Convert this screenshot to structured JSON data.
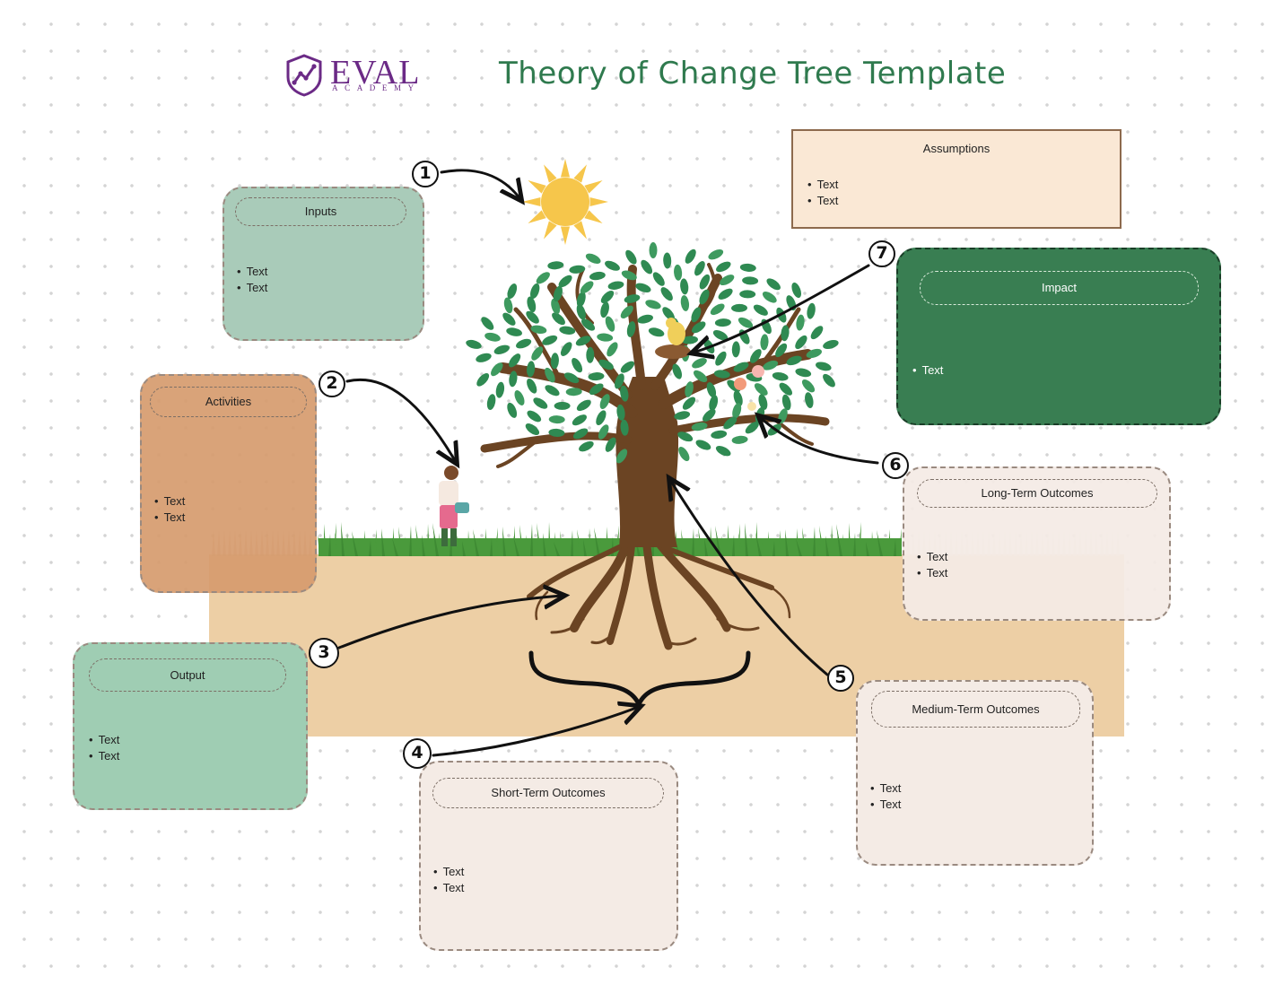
{
  "logo": {
    "word": "EVAL",
    "sub": "ACADEMY",
    "color": "#6b2a86"
  },
  "title": "Theory of Change Tree Template",
  "colors": {
    "title": "#2f7a4e",
    "inputs_fill": "#a9cbb9",
    "activities_fill": "#d69b6e",
    "output_fill": "#9fcdb3",
    "impact_fill": "#397e52",
    "outcome_fill": "#f4ebe5",
    "assumptions_fill": "#fae8d5",
    "soil": "#edcfa5",
    "grass": "#4a9a3c",
    "trunk": "#6b4423",
    "leaf": "#2f8a52",
    "sun": "#f6c64b"
  },
  "boxes": {
    "inputs": {
      "label": "Inputs",
      "items": [
        "Text",
        "Text"
      ],
      "number": "1"
    },
    "activities": {
      "label": "Activities",
      "items": [
        "Text",
        "Text"
      ],
      "number": "2"
    },
    "output": {
      "label": "Output",
      "items": [
        "Text",
        "Text"
      ],
      "number": "3"
    },
    "short_term": {
      "label": "Short-Term Outcomes",
      "items": [
        "Text",
        "Text"
      ],
      "number": "4"
    },
    "medium_term": {
      "label": "Medium-Term Outcomes",
      "items": [
        "Text",
        "Text"
      ],
      "number": "5"
    },
    "long_term": {
      "label": "Long-Term Outcomes",
      "items": [
        "Text",
        "Text"
      ],
      "number": "6"
    },
    "impact": {
      "label": "Impact",
      "items": [
        "Text"
      ],
      "number": "7"
    },
    "assumptions": {
      "label": "Assumptions",
      "items": [
        "Text",
        "Text"
      ]
    }
  }
}
